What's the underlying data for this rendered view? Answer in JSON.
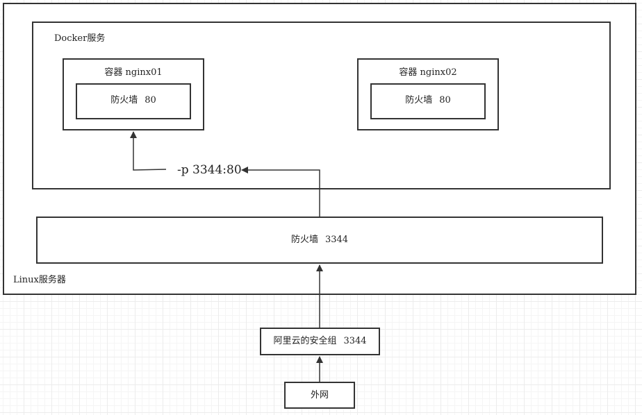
{
  "linux_server": {
    "label": "Linux服务器",
    "firewall": {
      "name": "防火墙",
      "port": "3344"
    }
  },
  "docker_service": {
    "label": "Docker服务",
    "containers": [
      {
        "title": "容器 nginx01",
        "firewall": {
          "name": "防火墙",
          "port": "80"
        }
      },
      {
        "title": "容器 nginx02",
        "firewall": {
          "name": "防火墙",
          "port": "80"
        }
      }
    ]
  },
  "port_mapping": "-p 3344:80",
  "aliyun_security_group": {
    "name": "阿里云的安全组",
    "port": "3344"
  },
  "internet": {
    "label": "外网"
  }
}
